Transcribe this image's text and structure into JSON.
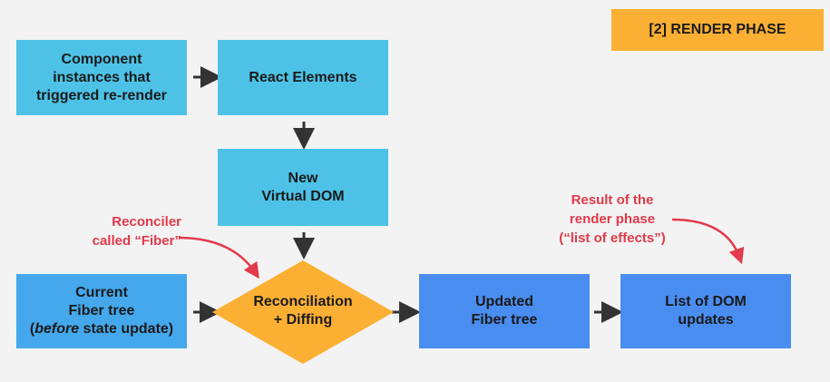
{
  "badge": "[2] RENDER PHASE",
  "nodes": {
    "component_instances": [
      "Component",
      "instances that",
      "triggered re-render"
    ],
    "react_elements": [
      "React Elements"
    ],
    "new_virtual_dom": [
      "New",
      "Virtual DOM"
    ],
    "current_fiber_tree": {
      "line1": "Current",
      "line2": "Fiber tree",
      "line3_italic": "before",
      "line3_prefix": "(",
      "line3_suffix": " state update)"
    },
    "reconciliation": [
      "Reconciliation",
      "+ Diffing"
    ],
    "updated_fiber_tree": [
      "Updated",
      "Fiber tree"
    ],
    "list_of_dom_updates": [
      "List of DOM",
      "updates"
    ]
  },
  "notes": {
    "reconciler": [
      "Reconciler",
      "called “Fiber”"
    ],
    "result": [
      "Result of the",
      "render phase",
      "(“list of effects”)"
    ]
  },
  "colors": {
    "cyan": "#4dc2e6",
    "blue": "#4a8df0",
    "sky": "#45a8ec",
    "orange": "#fbb034",
    "annotation_red": "#e23a4a",
    "arrow": "#333333",
    "background": "#f3f3f3"
  }
}
